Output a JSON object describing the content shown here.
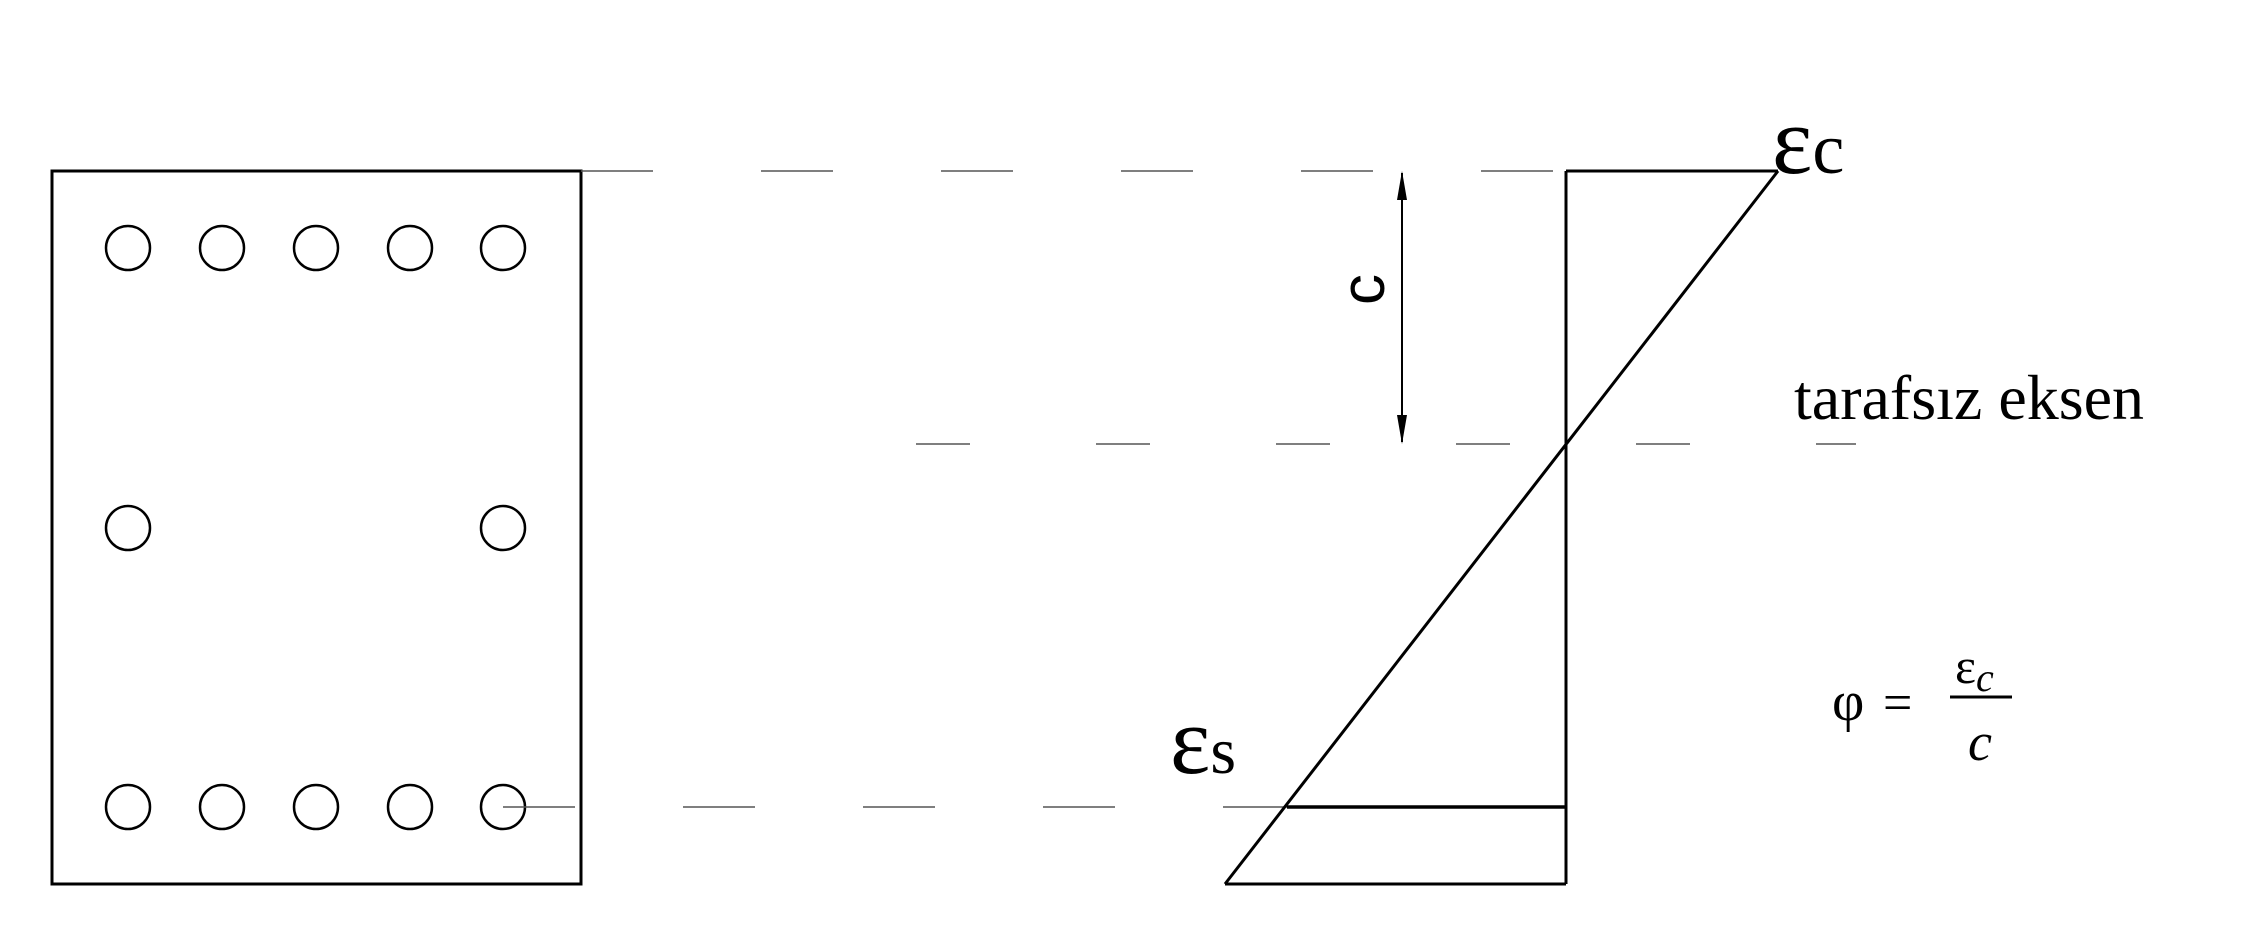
{
  "labels": {
    "epsilon_c": {
      "symbol": "ε",
      "sub": "c"
    },
    "epsilon_s": {
      "symbol": "ε",
      "sub": "s"
    },
    "depth": "c",
    "neutral_axis": "tarafsız eksen"
  },
  "formula": {
    "lhs": "φ",
    "equals": "=",
    "numerator_symbol": "ε",
    "numerator_sub": "c",
    "denominator": "c"
  },
  "section": {
    "top_bars": 5,
    "middle_bars": 2,
    "bottom_bars": 5
  },
  "colors": {
    "stroke": "#000000",
    "dash": "#555555"
  }
}
